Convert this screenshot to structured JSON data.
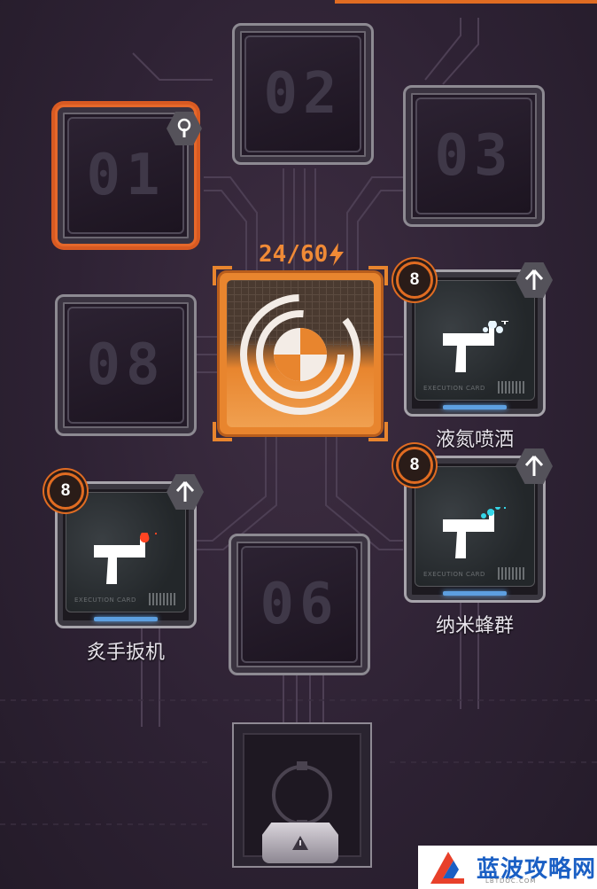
{
  "slots": {
    "s01": {
      "number": "01"
    },
    "s02": {
      "number": "02"
    },
    "s03": {
      "number": "03"
    },
    "s08": {
      "number": "08"
    },
    "s06": {
      "number": "06"
    }
  },
  "core": {
    "energy": "24/60"
  },
  "cards": [
    {
      "name": "液氮喷洒",
      "level": "8",
      "tag": "EXECUTION CARD",
      "accent": "#e9f6ff"
    },
    {
      "name": "纳米蜂群",
      "level": "8",
      "tag": "EXECUTION CARD",
      "accent": "#35d6e8"
    },
    {
      "name": "炙手扳机",
      "level": "8",
      "tag": "EXECUTION CARD",
      "accent": "#ff4422"
    }
  ],
  "watermark": {
    "title": "蓝波攻略网",
    "sub": "LBTDOC.COM"
  },
  "colors": {
    "accent": "#e06c22",
    "rarity": "#5d9fe0",
    "bg": "#2e2234"
  }
}
